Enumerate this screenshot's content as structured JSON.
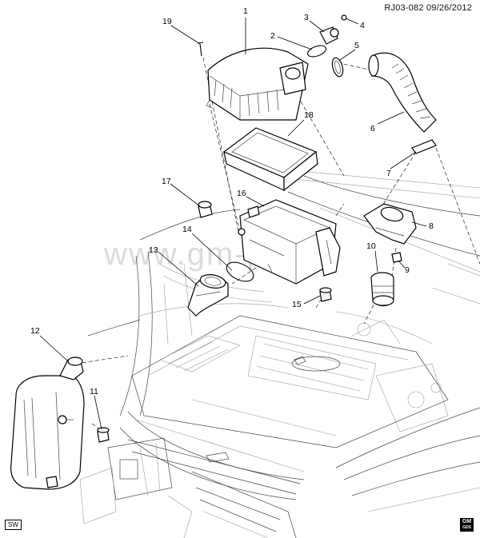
{
  "header": {
    "ref": "RJ03-082  09/26/2012"
  },
  "watermark": "www.gm-pt.ru",
  "badges": {
    "sw": "SW",
    "gm_top": "GM",
    "gm_bottom": "GDS"
  },
  "callouts": [
    {
      "label": "1",
      "part": "air-cleaner-housing-cover"
    },
    {
      "label": "2",
      "part": "gasket"
    },
    {
      "label": "3",
      "part": "mass-airflow-sensor"
    },
    {
      "label": "4",
      "part": "bolt"
    },
    {
      "label": "5",
      "part": "clamp"
    },
    {
      "label": "6",
      "part": "air-intake-duct"
    },
    {
      "label": "7",
      "part": "duct-clip"
    },
    {
      "label": "8",
      "part": "air-inlet-duct-bracket"
    },
    {
      "label": "9",
      "part": "grommet"
    },
    {
      "label": "10",
      "part": "inlet-duct"
    },
    {
      "label": "11",
      "part": "grommet"
    },
    {
      "label": "12",
      "part": "resonator"
    },
    {
      "label": "13",
      "part": "intake-elbow"
    },
    {
      "label": "14",
      "part": "seal-ring"
    },
    {
      "label": "15",
      "part": "grommet"
    },
    {
      "label": "16",
      "part": "air-cleaner-housing-lower"
    },
    {
      "label": "17",
      "part": "grommet"
    },
    {
      "label": "18",
      "part": "air-filter-element"
    },
    {
      "label": "19",
      "part": "screw"
    }
  ]
}
